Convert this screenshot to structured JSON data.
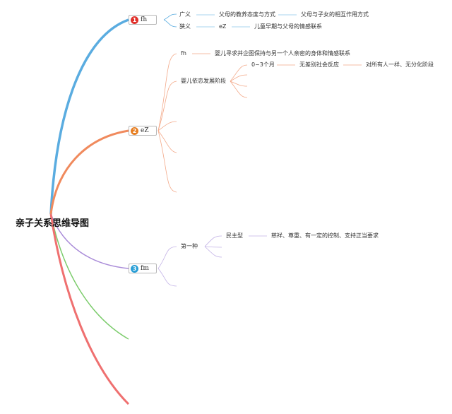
{
  "root": {
    "title": "亲子关系思维导图"
  },
  "branches": [
    {
      "number": "1",
      "label": "fh",
      "color": "#e0302a",
      "children": [
        {
          "label": "广义",
          "detail": "父母的教养态度与方式",
          "extra": "父母与子女的相互作用方式"
        },
        {
          "label": "狭义",
          "detail": "eZ",
          "extra": "儿童早期与父母的情感联系"
        }
      ]
    },
    {
      "number": "2",
      "label": "eZ",
      "color": "#e67e22",
      "children": [
        {
          "label": "fh",
          "detail": "婴儿寻求并企图保持与另一个人亲密的身体和情感联系"
        },
        {
          "label": "婴儿依恋发展阶段",
          "sub": {
            "label": "0~3个月",
            "detail": "无差别社会反应",
            "extra": "对所有人一样、无分化阶段"
          }
        }
      ]
    },
    {
      "number": "3",
      "label": "fm",
      "color": "#2a9fd6",
      "children": [
        {
          "label": "第一种",
          "sub": {
            "label": "民主型",
            "detail": "慈祥、尊重、有一定的控制、支持正当要求"
          }
        }
      ]
    }
  ],
  "colors": {
    "branch1_line": "#5aace0",
    "branch2_line": "#f08a5d",
    "branch3_line": "#a98bd8",
    "branch4_line": "#7ccc6c",
    "branch5_line": "#ef7070"
  }
}
